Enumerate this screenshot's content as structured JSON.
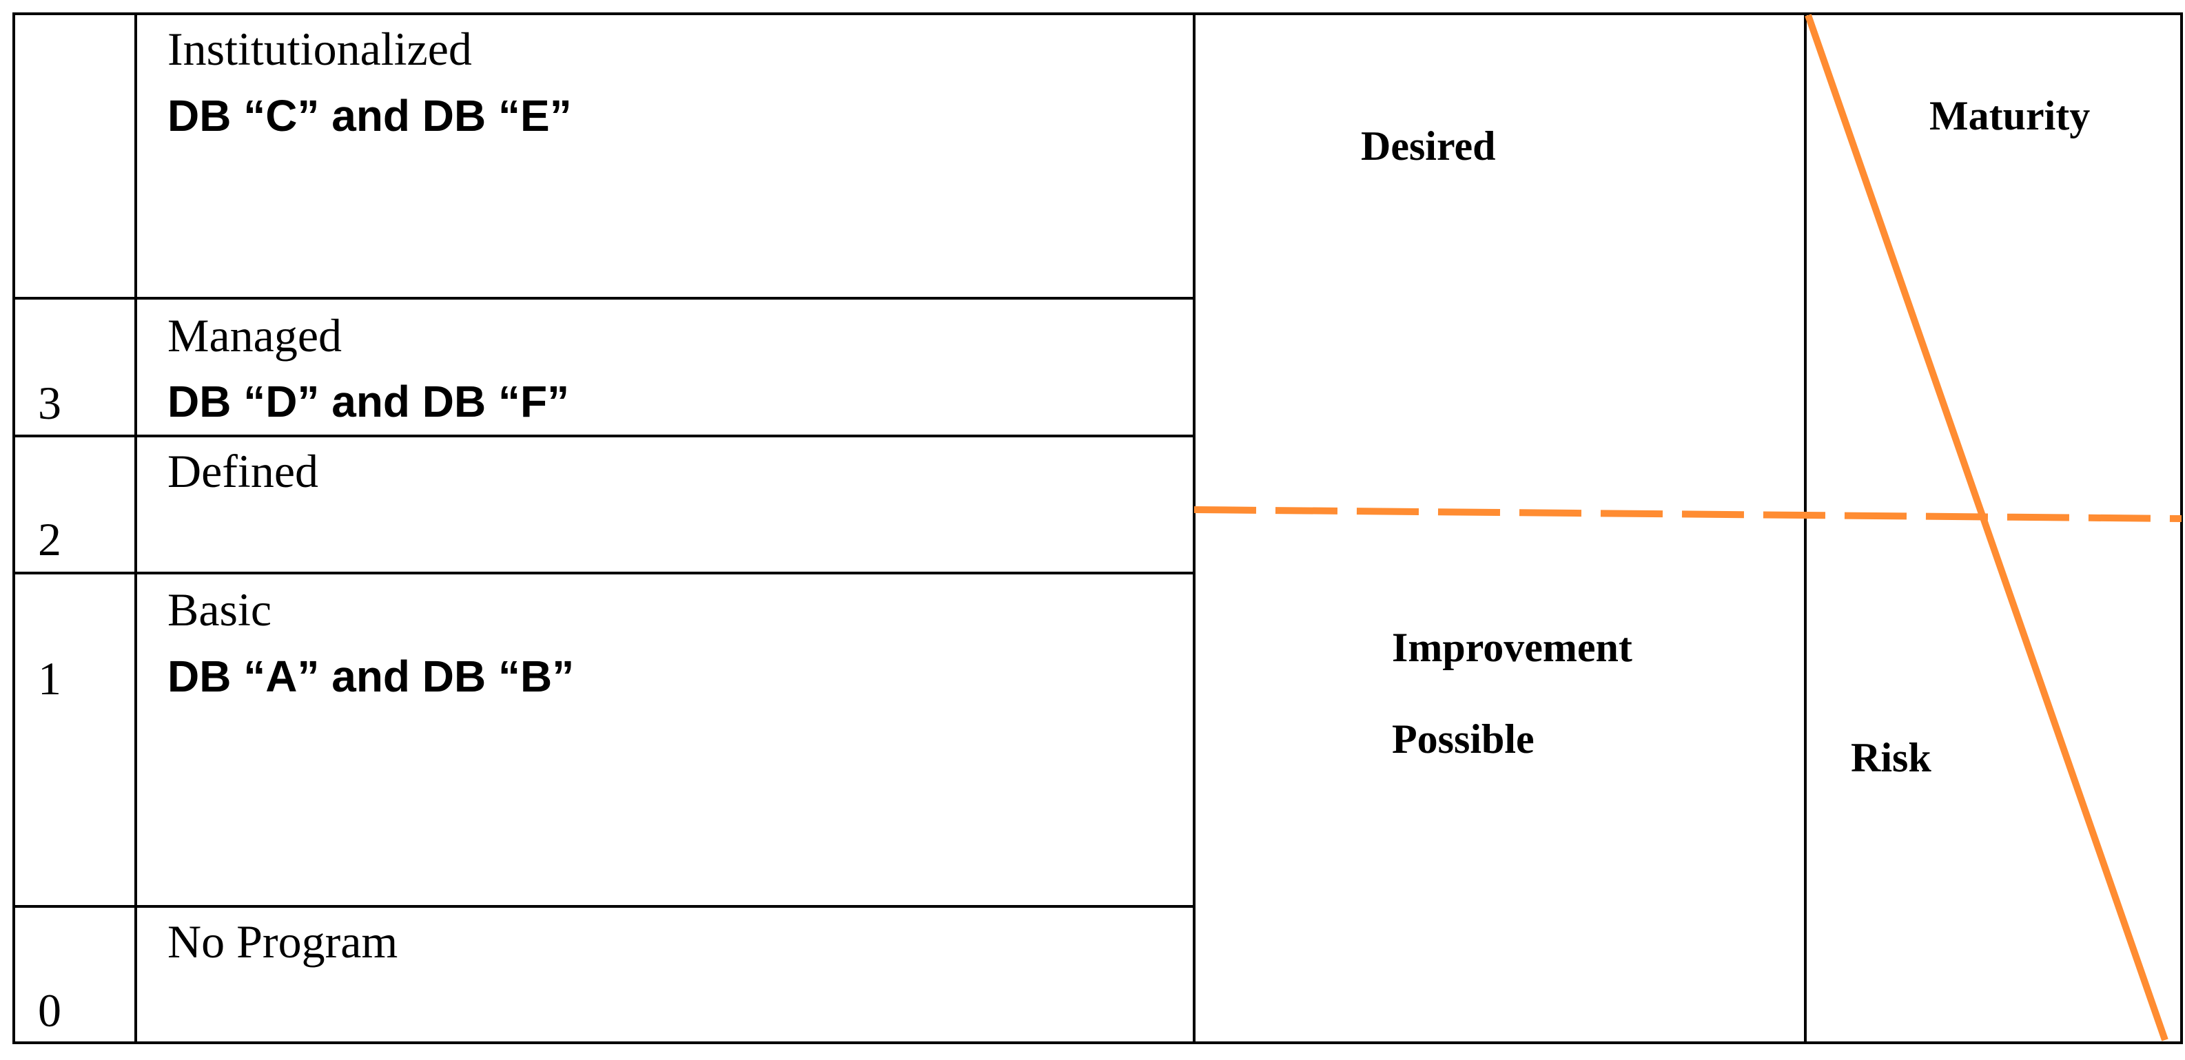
{
  "levels": [
    {
      "number": "",
      "name": "Institutionalized",
      "databases": "DB “C” and DB “E”"
    },
    {
      "number": "3",
      "name": "Managed",
      "databases": "DB “D” and DB “F”"
    },
    {
      "number": "2",
      "name": "Defined",
      "databases": ""
    },
    {
      "number": "1",
      "name": "Basic",
      "databases": "DB “A” and DB “B”"
    },
    {
      "number": "0",
      "name": "No Program",
      "databases": ""
    }
  ],
  "middle_column": {
    "upper_label": "Desired",
    "lower_label_line1": "Improvement",
    "lower_label_line2": "Possible"
  },
  "right_column": {
    "upper_label": "Maturity",
    "lower_label": "Risk"
  },
  "colors": {
    "line": "#000000",
    "accent": "#FF8C32"
  }
}
